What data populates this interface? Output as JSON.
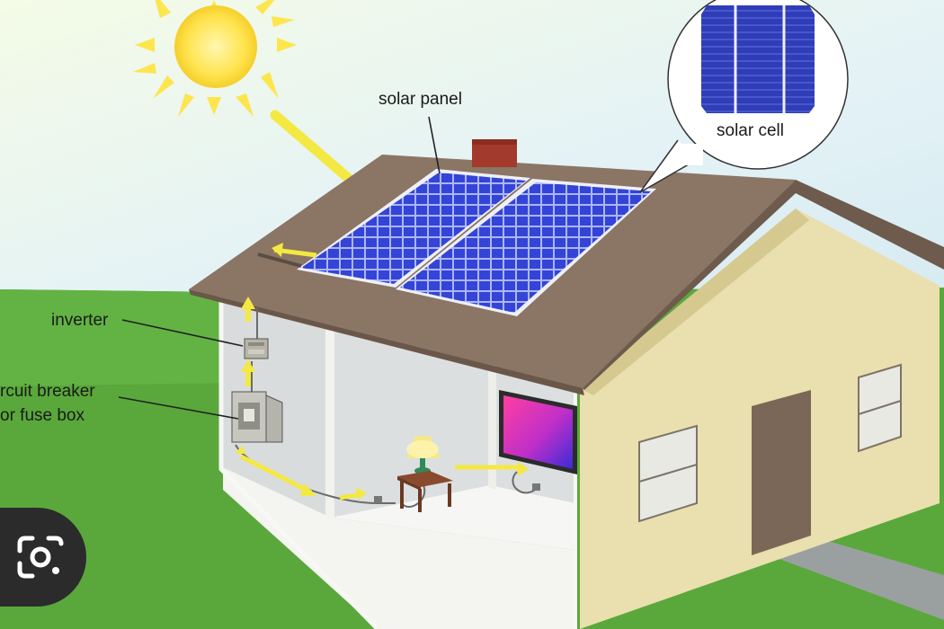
{
  "labels": {
    "solar_panel": "solar panel",
    "solar_cell": "solar cell",
    "inverter": "inverter",
    "breaker_line1": "rcuit breaker",
    "breaker_line2": "or fuse box"
  },
  "overlay": {
    "icon": "google-lens-icon"
  },
  "colors": {
    "sky": "#eaf4f6",
    "grass": "#5aa83b",
    "roof": "#8b7565",
    "wall": "#eadfae",
    "interior": "#d9dcdc",
    "panel": "#2e3ed0",
    "sun": "#ffe04a",
    "arrow": "#f4e842",
    "door": "#7a6757"
  }
}
